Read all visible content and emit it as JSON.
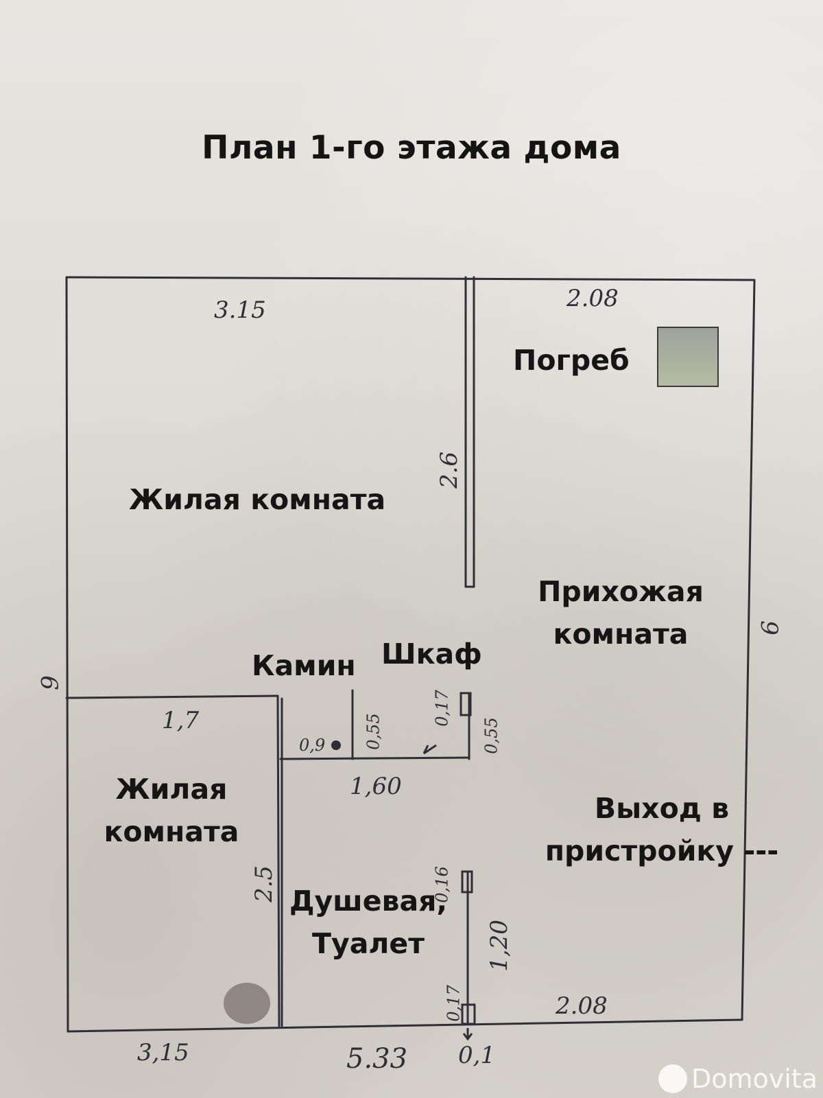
{
  "title": "План 1-го этажа дома",
  "rooms": {
    "living_room_large": "Жилая комната",
    "cellar": "Погреб",
    "hallway_line1": "Прихожая",
    "hallway_line2": "комната",
    "fireplace": "Камин",
    "wardrobe": "Шкаф",
    "living_room_small_line1": "Жилая",
    "living_room_small_line2": "комната",
    "exit_line1": "Выход в",
    "exit_line2": "пристройку ---",
    "shower_line1": "Душевая,",
    "shower_line2": "Туалет"
  },
  "dimensions": {
    "top_left": "3.15",
    "top_right": "2.08",
    "partition_length": "2.6",
    "left_side": "6",
    "right_side": "9",
    "small_room_top": "1,7",
    "small_room_side": "2.5",
    "fireplace_width": "0,9",
    "fireplace_depth": "0,55",
    "wardrobe_upper": "0,17",
    "wardrobe_lower": "0,55",
    "corridor_width": "1,60",
    "door_upper": "0,16",
    "bathroom_wall": "1,20",
    "door_lower": "0,17",
    "bottom_right": "2.08",
    "bottom_left": "3,15",
    "bottom_total": "5.33",
    "bottom_gap": "0,1"
  },
  "watermark": "Domovita",
  "colors": {
    "paper": "#e4e1dc",
    "ink": "#2e2e36",
    "hatch": "#aab09f"
  }
}
